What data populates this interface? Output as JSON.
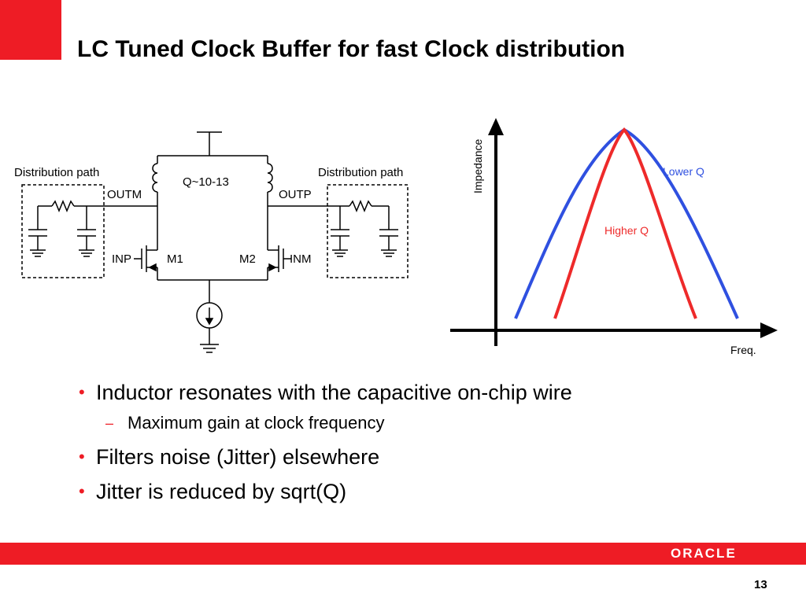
{
  "slide": {
    "title": "LC Tuned Clock Buffer for fast Clock distribution",
    "page_number": "13",
    "logo": "ORACLE",
    "accent_color": "#ee1c25"
  },
  "circuit": {
    "left_path_label": "Distribution path",
    "right_path_label": "Distribution path",
    "outm_label": "OUTM",
    "outp_label": "OUTP",
    "q_label": "Q~10-13",
    "inp_label": "INP",
    "inm_label": "INM",
    "m1_label": "M1",
    "m2_label": "M2"
  },
  "graph": {
    "y_axis_label": "Impedance",
    "x_axis_label": "Freq.",
    "lower_q_label": "Lower Q",
    "higher_q_label": "Higher Q",
    "lower_q_color": "#2f50e0",
    "higher_q_color": "#ee2a2a"
  },
  "bullets": [
    {
      "text": "Inductor resonates with the capacitive on-chip wire",
      "sub": [
        "Maximum gain at clock frequency"
      ]
    },
    {
      "text": "Filters noise (Jitter) elsewhere",
      "sub": []
    },
    {
      "text": "Jitter is reduced by sqrt(Q)",
      "sub": []
    }
  ]
}
